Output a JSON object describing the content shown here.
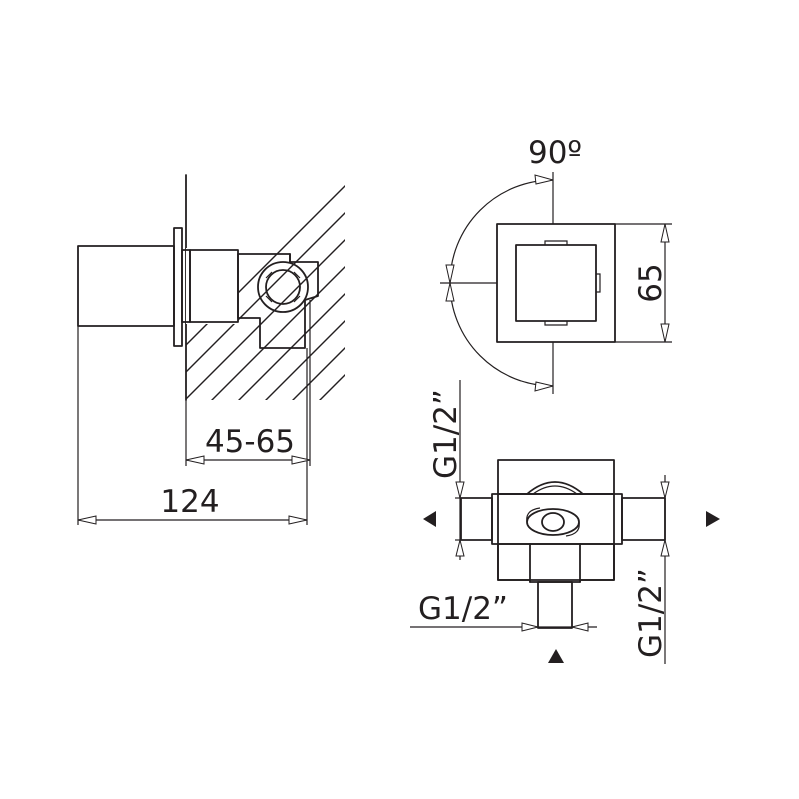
{
  "labels": {
    "depth_range": "45-65",
    "overall_length": "124",
    "rotation_angle": "90º",
    "body_width": "65",
    "inlet_left": "G1/2”",
    "outlet_bottom": "G1/2”",
    "inlet_right": "G1/2”"
  },
  "colors": {
    "line": "#231f20",
    "background": "#ffffff"
  },
  "flow_markers": [
    "triangle-left",
    "triangle-right",
    "triangle-up"
  ]
}
